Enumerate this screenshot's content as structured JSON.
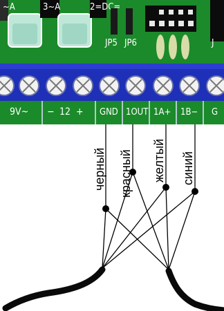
{
  "board": {
    "colors": {
      "pcb": "#1b8a2a",
      "terminal_block": "#1e2fb8",
      "screw_face": "#f2f2f2",
      "silk": "#ffffff",
      "wire": "#000000"
    },
    "top_labels": {
      "ac1": "~A",
      "ac2": "3~A",
      "ac3": "2=DC=",
      "jp5": "JP5",
      "jp6": "JP6",
      "j": "J"
    },
    "terminal_labels": [
      "9V~",
      "−",
      "12",
      "+",
      "GND",
      "1OUT",
      "1A+",
      "1B−",
      "G"
    ]
  },
  "wires": [
    {
      "label": "черный",
      "color": "black"
    },
    {
      "label": "красный",
      "color": "red"
    },
    {
      "label": "желтый",
      "color": "yellow"
    },
    {
      "label": "синий",
      "color": "blue"
    }
  ]
}
